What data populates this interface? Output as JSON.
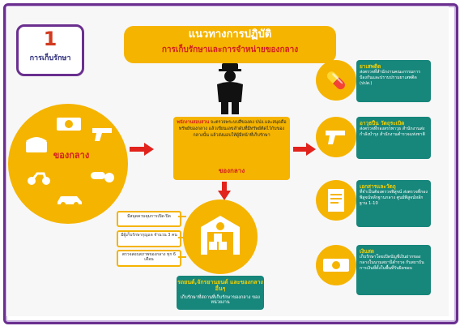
{
  "badge": {
    "number": "1",
    "label": "การเก็บรักษา"
  },
  "header": {
    "title": "แนวทางการปฏิบัติ",
    "subtitle": "การเก็บรักษาและการจำหน่ายของกลาง"
  },
  "circle": {
    "label": "ของกลาง"
  },
  "center": {
    "highlight": "พนักงานสอบสวน",
    "body": "จะตรวจพระบบสีของคง ปปง.และสมุดคือทรัพย์ของกลาง แล้วเขียนเลขลำดับที่มีทรัพย์ติดไว้กับของกลางนั้น แล้วส่งมอบให้ผู้มีหน้าที่เก็บรักษา",
    "bottom": "ของกลาง"
  },
  "checklist": [
    "มีสมุดควบคุมการเปิด-ปิด",
    "มีผู้เก็บรักษากุญแจ จำนวน 3 คน",
    "ตรวจสอบสภาพของกลาง ทุก 6 เดือน"
  ],
  "storage": {
    "title": "รถยนต์,จักรยานยนต์ และของกลางอื่นๆ",
    "body": "เก็บรักษาที่สถานที่เก็บรักษาของกลาง ของหน่วยงาน"
  },
  "right_cards": [
    {
      "icon": "pills-icon",
      "title": "ยาเสพติด",
      "body": "ส่งตรวจที่สำนักงานคณะกรรมการป้องกันและปราบปรามยาเสพติด (ปปส.)"
    },
    {
      "icon": "gun-icon",
      "title": "อาวุธปืน วัตถุระเบิด",
      "body": "ส่งตรวจที่กองสรรพาวุธ สำนักงานส่งกำลังบำรุง สำนักงานตำรวจแห่งชาติ"
    },
    {
      "icon": "document-icon",
      "title": "เอกสารและวัตถุ",
      "body": "ที่จำเป็นต้องตรวจพิสูจน์ ส่งตรวจที่กองพิสูจน์หลักฐานกลาง ศูนย์พิสูจน์หลักฐาน 1-10"
    },
    {
      "icon": "money-icon",
      "title": "เงินสด",
      "body": "เก็บรักษาโดยเปิดบัญชีเงินฝากของกลางในนามสถานีตำรวจ กับสถาบันการเงินที่ตั้งในพื้นที่รับผิดชอบ"
    }
  ],
  "colors": {
    "yellow": "#f5b400",
    "teal": "#17867b",
    "red": "#e2221c",
    "purple": "#6a2f8f"
  }
}
